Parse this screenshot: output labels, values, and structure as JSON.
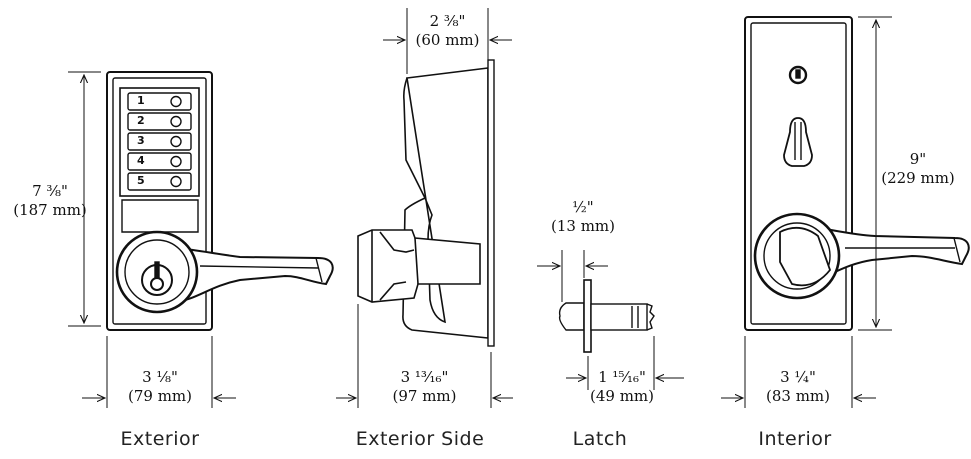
{
  "exterior": {
    "caption": "Exterior",
    "height_in": "7 ³⁄₈\"",
    "height_mm": "(187 mm)",
    "width_in": "3 ¹⁄₈\"",
    "width_mm": "(79 mm)",
    "buttons": [
      "1",
      "2",
      "3",
      "4",
      "5"
    ]
  },
  "exterior_side": {
    "caption": "Exterior Side",
    "depth_top_in": "2 ³⁄₈\"",
    "depth_top_mm": "(60 mm)",
    "projection_in": "3 ¹³⁄₁₆\"",
    "projection_mm": "(97 mm)"
  },
  "latch": {
    "caption": "Latch",
    "throw_in": "½\"",
    "throw_mm": "(13 mm)",
    "length_in": "1 ¹⁵⁄₁₆\"",
    "length_mm": "(49 mm)"
  },
  "interior": {
    "caption": "Interior",
    "height_in": "9\"",
    "height_mm": "(229 mm)",
    "width_in": "3 ¼\"",
    "width_mm": "(83 mm)"
  }
}
